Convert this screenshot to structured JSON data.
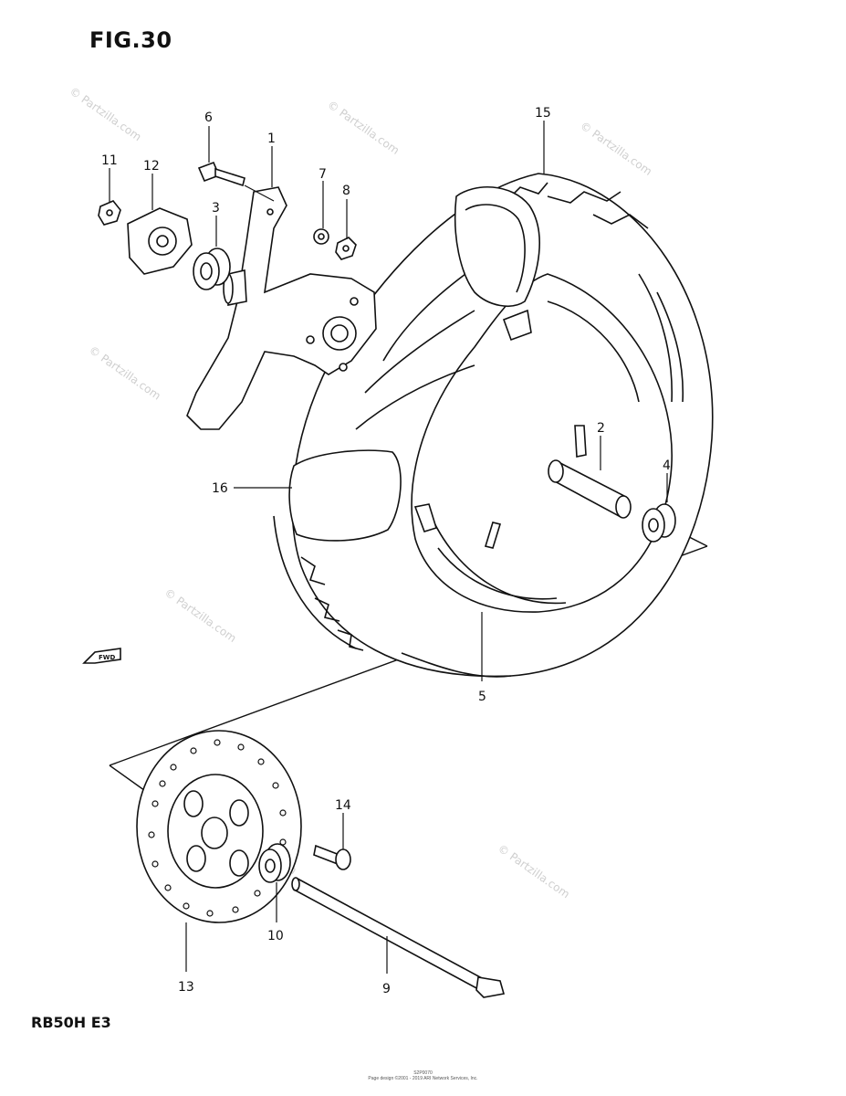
{
  "figure": {
    "title": "FIG.30",
    "model": "RB50H E3"
  },
  "callouts": [
    "1",
    "2",
    "3",
    "4",
    "5",
    "6",
    "7",
    "8",
    "9",
    "10",
    "11",
    "12",
    "13",
    "14",
    "15",
    "16"
  ],
  "fwd_label": "FWD",
  "watermark_text": "© Partzilla.com",
  "footer": {
    "line1": "S2P0070",
    "line2": "Page design ©2001 - 2019 ARI Network Services, Inc."
  },
  "colors": {
    "ink": "#111111",
    "watermark": "#cfcfcf"
  }
}
